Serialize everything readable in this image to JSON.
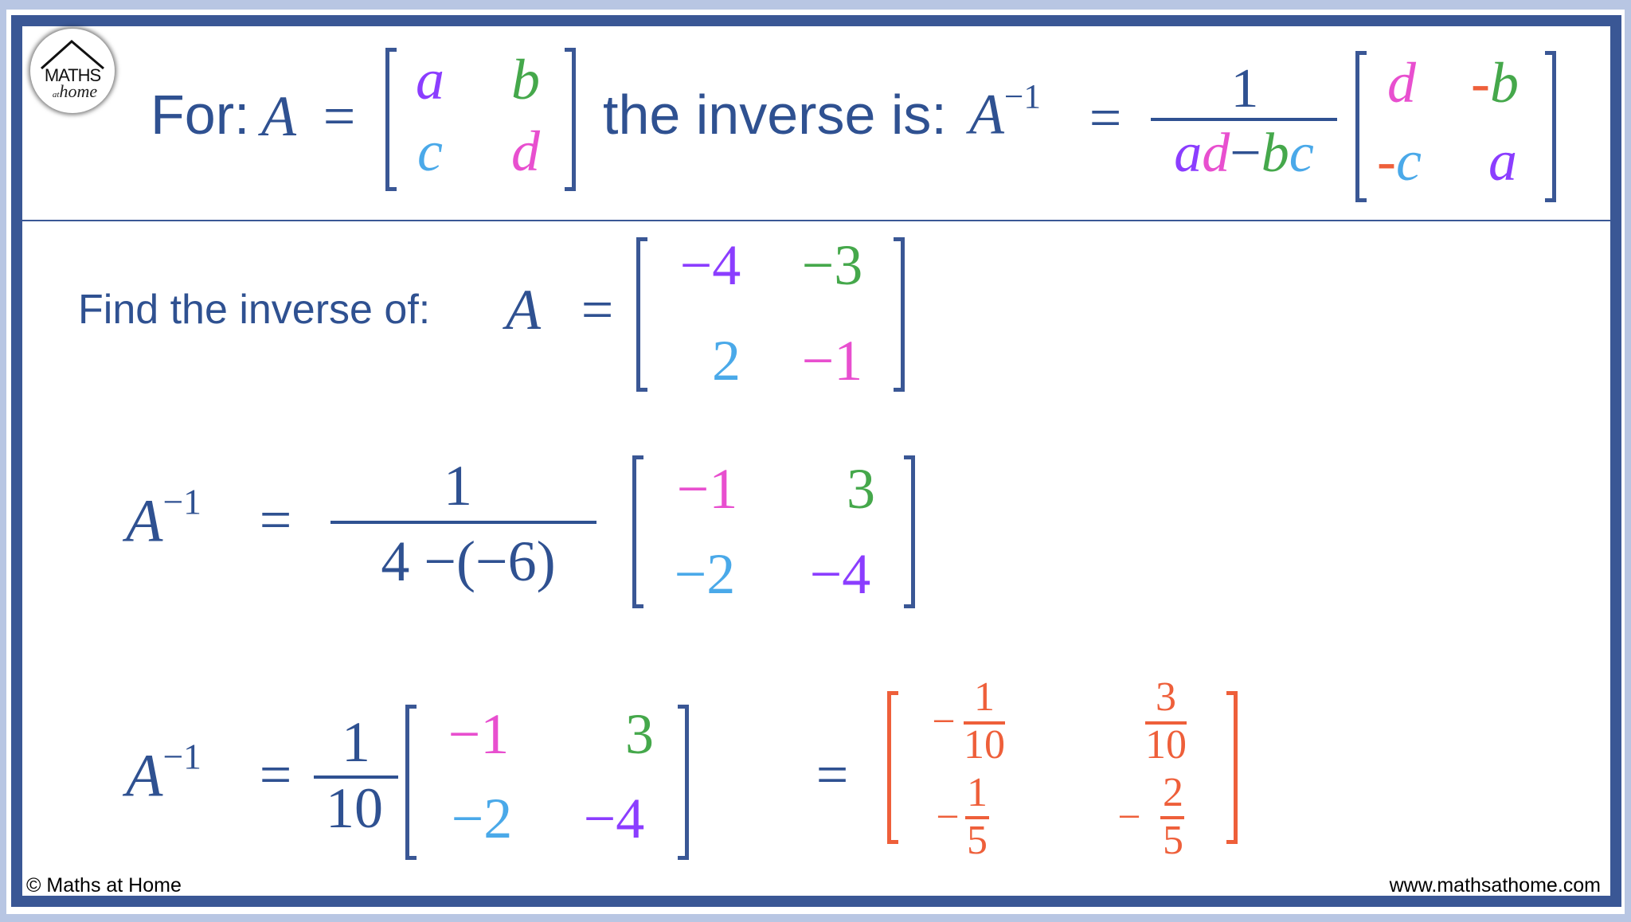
{
  "logo": {
    "text_top": "MATHS",
    "text_small": "at",
    "text_bottom": "home"
  },
  "formula": {
    "label_for": "For:",
    "matrix_name": "A",
    "equals": "=",
    "entries": {
      "a": "a",
      "b": "b",
      "c": "c",
      "d": "d"
    },
    "label_inverse": "the inverse is:",
    "inverse_name": "A",
    "inverse_exp": "−1",
    "numerator": "1",
    "denominator": {
      "a": "a",
      "d": "d",
      "minus": "−",
      "b": "b",
      "c": "c"
    },
    "adjugate": {
      "d": "d",
      "neg_b_sign": "-",
      "neg_b": "b",
      "neg_c_sign": "-",
      "neg_c": "c",
      "a": "a"
    }
  },
  "question": {
    "label": "Find the inverse of:",
    "matrix_name": "A",
    "equals": "=",
    "entries": [
      "−4",
      "−3",
      "2",
      "−1"
    ]
  },
  "step1": {
    "lhs": "A",
    "exp": "−1",
    "equals": "=",
    "numerator": "1",
    "denominator": "4 −(−6)",
    "entries": [
      "−1",
      "3",
      "−2",
      "−4"
    ]
  },
  "step2": {
    "lhs": "A",
    "exp": "−1",
    "equals": "=",
    "numerator": "1",
    "denominator": "10",
    "entries": [
      "−1",
      "3",
      "−2",
      "−4"
    ],
    "equals2": "=",
    "result": [
      {
        "sign": "−",
        "num": "1",
        "den": "10"
      },
      {
        "sign": "",
        "num": "3",
        "den": "10"
      },
      {
        "sign": "−",
        "num": "1",
        "den": "5"
      },
      {
        "sign": "−",
        "num": "2",
        "den": "5"
      }
    ]
  },
  "footer": {
    "copyright": "© Maths at Home",
    "website": "www.mathsathome.com"
  },
  "colors": {
    "navy": "#2f5191",
    "purple": "#8b3dff",
    "green": "#45a84b",
    "blue": "#4aa9e9",
    "magenta": "#e84fcf",
    "orange": "#ee5f3a"
  }
}
